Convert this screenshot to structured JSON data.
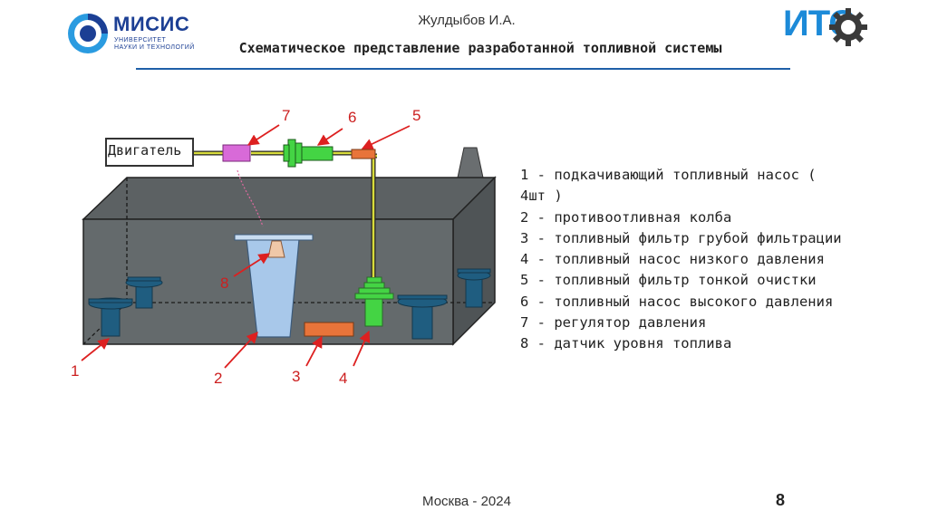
{
  "header": {
    "author": "Жулдыбов И.А.",
    "title": "Схематическое представление разработанной топливной системы"
  },
  "logos": {
    "misis": {
      "name": "МИСИС",
      "sub1": "УНИВЕРСИТЕТ",
      "sub2": "НАУКИ И ТЕХНОЛОГИЙ"
    },
    "ito": {
      "name": "ИТО"
    }
  },
  "diagram": {
    "engine_label": "Двигатель",
    "numbers": [
      "1",
      "2",
      "3",
      "4",
      "5",
      "6",
      "7",
      "8"
    ]
  },
  "legend": [
    "1 - подкачивающий топливный насос (",
    "4шт )",
    "2 - противоотливная колба",
    "3 - топливный фильтр грубой фильтрации",
    "4 - топливный насос низкого давления",
    "5 - топливный фильтр тонкой очистки",
    "6 - топливный насос высокого давления",
    "7 - регулятор давления",
    "8 - датчик уровня топлива"
  ],
  "footer": {
    "city_year": "Москва - 2024",
    "page": "8"
  },
  "colors": {
    "tank": "#5f6466",
    "accent_blue": "#1f5fa8",
    "arrow_red": "#dd2020",
    "pump_blue": "#1f5d80",
    "flask": "#a8c8ea",
    "green": "#44d444",
    "magenta": "#d86ad8",
    "orange": "#e8743a"
  }
}
